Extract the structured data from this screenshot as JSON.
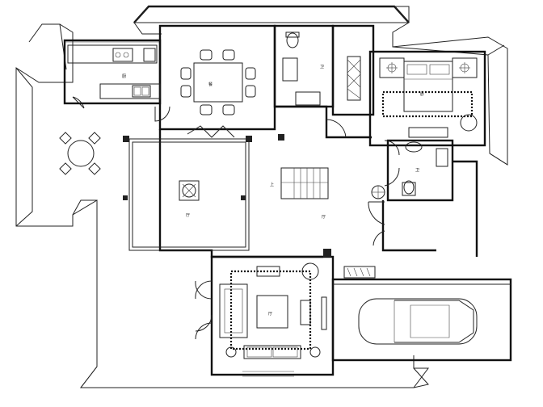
{
  "rooms": {
    "kitchen": "厨",
    "dining": "餐",
    "bathroom_top": "卫",
    "bedroom": "卧",
    "bathroom_small": "卫",
    "stairs": "上",
    "atrium": "厅",
    "hall": "厅",
    "living": "厅"
  }
}
